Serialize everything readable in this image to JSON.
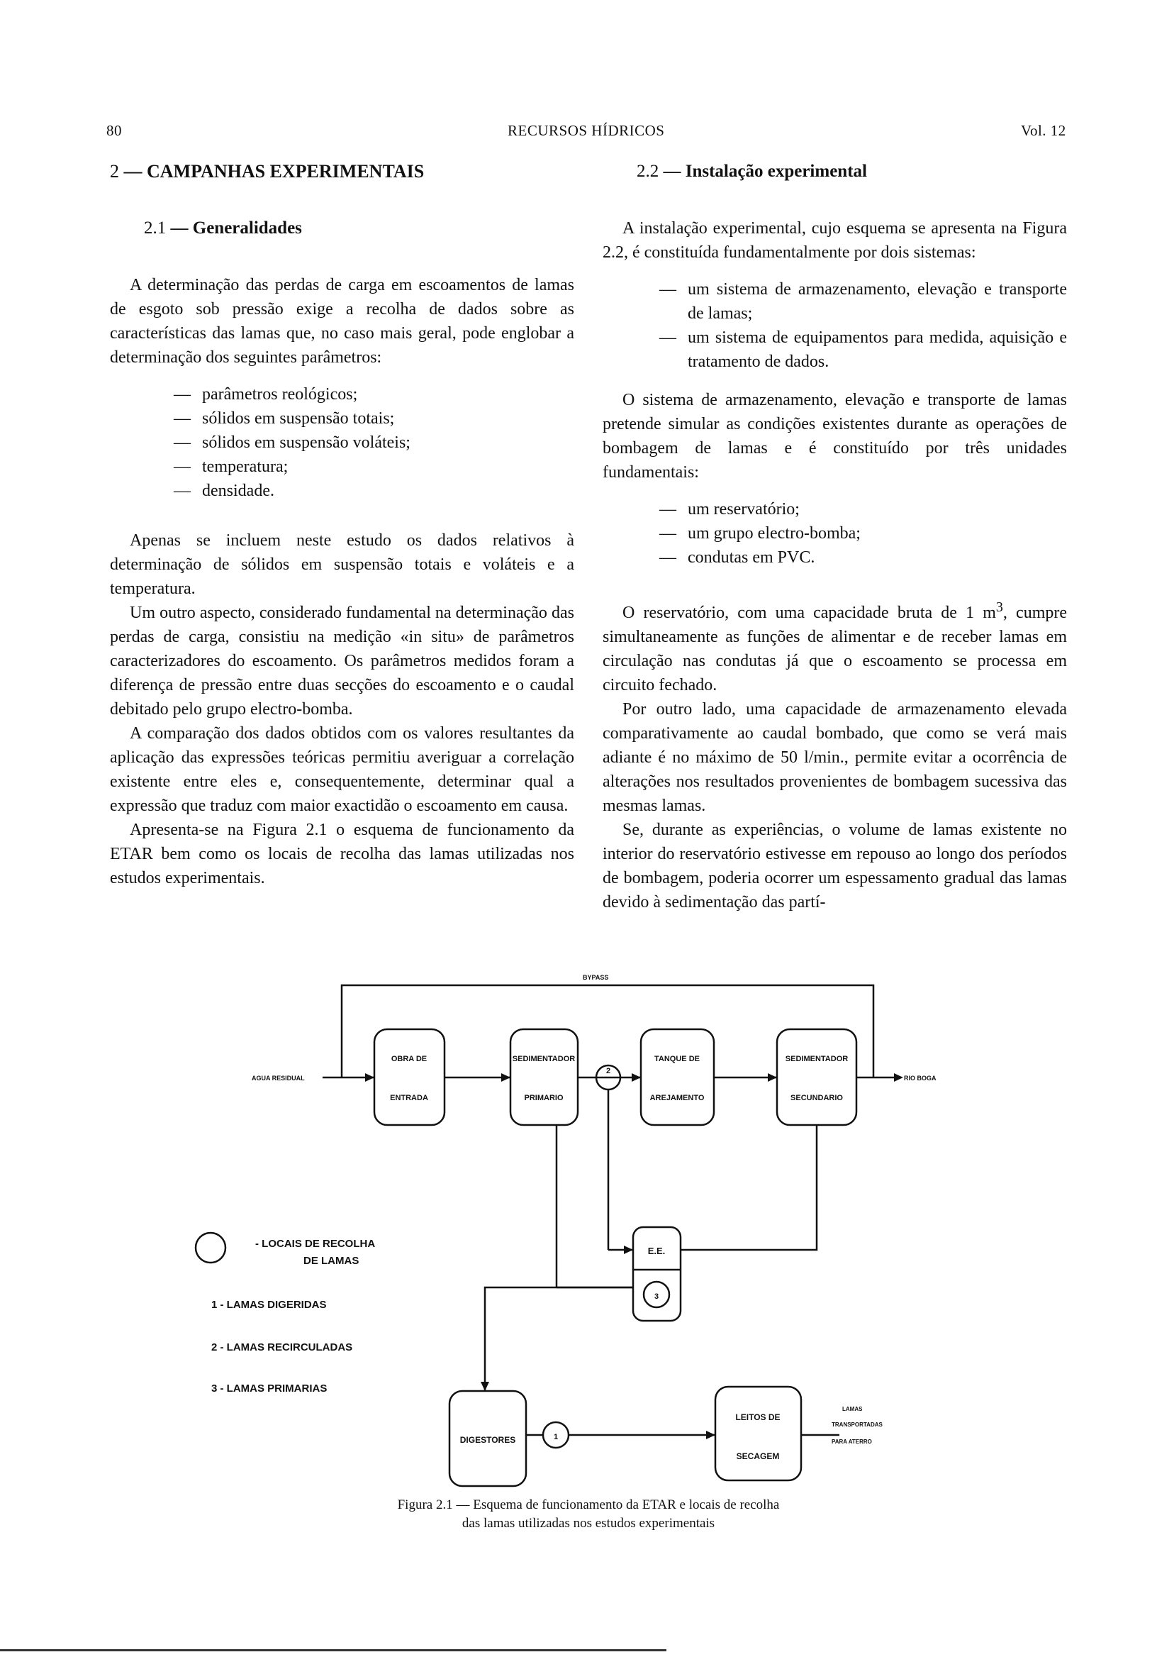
{
  "header": {
    "page_number": "80",
    "journal": "RECURSOS HÍDRICOS",
    "volume": "Vol. 12"
  },
  "left": {
    "section_number": "2",
    "section_title": "— CAMPANHAS EXPERIMENTAIS",
    "subsection_number": "2.1",
    "subsection_title": "— Generalidades",
    "p1": "A determinação das perdas de carga em escoamentos de lamas de esgoto sob pressão exige a recolha de dados sobre as características das lamas que, no caso mais geral, pode englobar a determinação dos seguintes parâmetros:",
    "params": [
      "parâmetros reológicos;",
      "sólidos em suspensão totais;",
      "sólidos em suspensão voláteis;",
      "temperatura;",
      "densidade."
    ],
    "p2": "Apenas se incluem neste estudo os dados relativos à determinação de sólidos em suspensão totais e voláteis e a temperatura.",
    "p3": "Um outro aspecto, considerado fundamental na determinação das perdas de carga, consistiu na medição «in situ» de parâmetros caracterizadores do escoamento. Os parâmetros medidos foram a diferença de pressão entre duas secções do escoamento e o caudal debitado pelo grupo electro-bomba.",
    "p4": "A comparação dos dados obtidos com os valores resultantes da aplicação das expressões teóricas permitiu averiguar a correlação existente entre eles e, consequentemente, determinar qual a expressão que traduz com maior exactidão o escoamento em causa.",
    "p5": "Apresenta-se na Figura 2.1 o esquema de funcionamento da ETAR bem como os locais de recolha das lamas utilizadas nos estudos experimentais."
  },
  "right": {
    "subsection_number": "2.2",
    "subsection_title": "— Instalação experimental",
    "p1": "A instalação experimental, cujo esquema se apresenta na Figura 2.2, é constituída fundamentalmente por dois sistemas:",
    "systems": [
      "um sistema de armazenamento, elevação e transporte de lamas;",
      "um sistema de equipamentos para medida, aquisição e tratamento de dados."
    ],
    "p2": "O sistema de armazenamento, elevação e transporte de lamas pretende simular as condições existentes durante as operações de bombagem de lamas e é constituído por três unidades fundamentais:",
    "units": [
      "um reservatório;",
      "um grupo electro-bomba;",
      "condutas em PVC."
    ],
    "p3_a": "O reservatório, com uma capacidade bruta de 1 m",
    "p3_sup": "3",
    "p3_b": ", cumpre simultaneamente as funções de alimentar e de receber lamas em circulação nas condutas já que o escoamento se processa em circuito fechado.",
    "p4": "Por outro lado, uma capacidade de armazenamento elevada comparativamente ao caudal bombado, que como se verá mais adiante é no máximo de 50 l/min., permite evitar a ocorrência de alterações nos resultados provenientes de bombagem sucessiva das mesmas lamas.",
    "p5": "Se, durante as experiências, o volume de lamas existente no interior do reservatório estivesse em repouso ao longo dos períodos de bombagem, poderia ocorrer um espessamento gradual das lamas devido à sedimentação das partí-"
  },
  "figure": {
    "bypass_label": "BYPASS",
    "inlet_label": "AGUA RESIDUAL",
    "outlet_label": "RIO BOGA",
    "boxes": {
      "obra_l1": "OBRA DE",
      "obra_l2": "ENTRADA",
      "sedp_l1": "SEDIMENTADOR",
      "sedp_l2": "PRIMARIO",
      "tanque_l1": "TANQUE DE",
      "tanque_l2": "AREJAMENTO",
      "seds_l1": "SEDIMENTADOR",
      "seds_l2": "SECUNDARIO",
      "ee": "E.E.",
      "digest": "DIGESTORES",
      "leitos_l1": "LEITOS DE",
      "leitos_l2": "SECAGEM"
    },
    "markers": {
      "m2": "2",
      "m3": "3",
      "m1": "1"
    },
    "out_label_l1": "LAMAS",
    "out_label_l2": "TRANSPORTADAS",
    "out_label_l3": "PARA ATERRO",
    "legend": {
      "title_l1": "- LOCAIS DE RECOLHA",
      "title_l2": "DE LAMAS",
      "item1": "1 - LAMAS DIGERIDAS",
      "item2": "2 - LAMAS RECIRCULADAS",
      "item3": "3 - LAMAS PRIMARIAS"
    },
    "caption_l1": "Figura 2.1 — Esquema de funcionamento da ETAR e locais de recolha",
    "caption_l2": "das lamas utilizadas nos estudos experimentais"
  }
}
